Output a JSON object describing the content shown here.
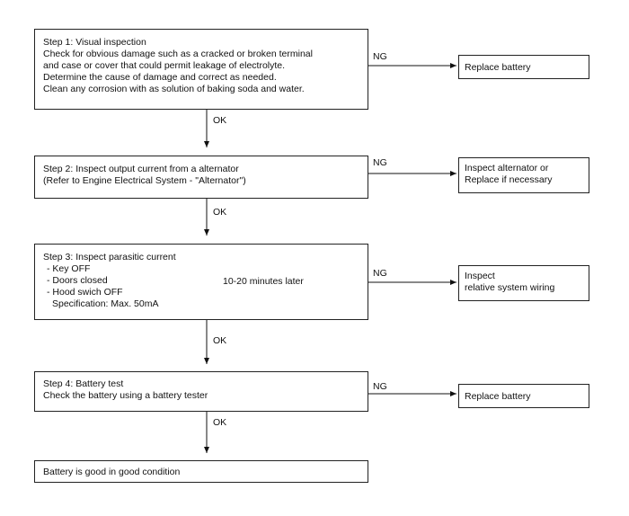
{
  "steps": [
    {
      "lines": [
        "Step 1: Visual inspection",
        "Check for obvious damage such as a cracked or broken terminal",
        "and case or cover that could permit leakage of electrolyte.",
        "Determine the cause of damage and correct as needed.",
        "Clean any corrosion with as solution of baking soda and water."
      ],
      "ng_label": "NG",
      "result": [
        "Replace battery"
      ]
    },
    {
      "lines": [
        "Step 2: Inspect output current from a alternator",
        "(Refer to Engine Electrical System - \"Alternator\")"
      ],
      "ng_label": "NG",
      "result": [
        "Inspect alternator or",
        "Replace if necessary"
      ]
    },
    {
      "lines": [
        "Step 3: Inspect parasitic current",
        "- Key OFF",
        "- Doors closed",
        "- Hood swich OFF",
        "Specification: Max. 50mA"
      ],
      "bracket_text": "10-20 minutes later",
      "ng_label": "NG",
      "result": [
        "Inspect",
        "relative system wiring"
      ]
    },
    {
      "lines": [
        "Step 4: Battery test",
        "Check the battery using a battery tester"
      ],
      "ng_label": "NG",
      "result": [
        "Replace battery"
      ]
    }
  ],
  "ok_labels": [
    "OK",
    "OK",
    "OK",
    "OK"
  ],
  "final": "Battery is good in good condition"
}
